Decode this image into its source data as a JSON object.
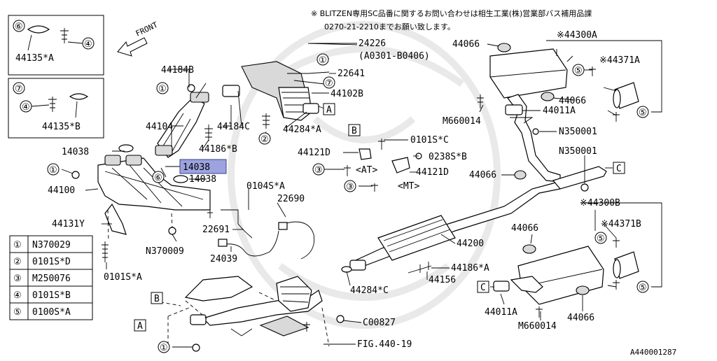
{
  "notice": {
    "line1": "※ BLITZEN専用SC品番に関するお問い合わせは相生工業(株)営業部バス補用品課",
    "line2": "0270-21-2210までお願い致します。"
  },
  "front_label": "FRONT",
  "figure_code": "A440001287",
  "fig_ref": "FIG.440-19",
  "highlighted_part": "14038",
  "legend": [
    {
      "num": "①",
      "code": "N370029"
    },
    {
      "num": "②",
      "code": "0101S*D"
    },
    {
      "num": "③",
      "code": "M250076"
    },
    {
      "num": "④",
      "code": "0101S*B"
    },
    {
      "num": "⑤",
      "code": "0100S*A"
    }
  ],
  "detail6": {
    "num": "⑥",
    "part": "44135*A",
    "screw": "④"
  },
  "detail7": {
    "num": "⑦",
    "part": "44135*B",
    "screw": "④"
  },
  "labels": {
    "p24226": "24226",
    "p24226_range": "(A0301-B0406)",
    "p22641": "22641",
    "p44102B": "44102B",
    "p44184B": "44184B",
    "p44104": "44104",
    "p44184C": "44184C",
    "p44186B": "44186*B",
    "p44284A": "44284*A",
    "p14038a": "14038",
    "p14038c": "14038",
    "p44100": "44100",
    "p44131Y": "44131Y",
    "pN370009": "N370009",
    "p0101SA": "0101S*A",
    "p0101SC": "0101S*C",
    "p44121D_at": "44121D",
    "p0238SB": "0238S*B",
    "at": "<AT>",
    "p44121D_mt": "44121D",
    "mt": "<MT>",
    "p0104SA": "0104S*A",
    "p22690": "22690",
    "p22691": "22691",
    "p24039": "24039",
    "p44200": "44200",
    "p44186A": "44186*A",
    "p44156": "44156",
    "p44284C": "44284*C",
    "pC00827": "C00827",
    "p44066a": "44066",
    "p44300A": "※44300A",
    "p44371A": "※44371A",
    "p44066b": "44066",
    "pM660014a": "M660014",
    "p44011A_top": "44011A",
    "pN350001a": "N350001",
    "pN350001b": "N350001",
    "p44066c": "44066",
    "p44300B": "※44300B",
    "p44371B": "※44371B",
    "p44066d": "44066",
    "p44011A_bot": "44011A",
    "pM660014b": "M660014",
    "p44066e": "44066"
  },
  "callouts": {
    "A": "A",
    "B": "B",
    "C": "C",
    "c1": "①",
    "c2": "②",
    "c3": "③",
    "c5": "⑤",
    "c6": "⑥",
    "c7": "⑦"
  }
}
